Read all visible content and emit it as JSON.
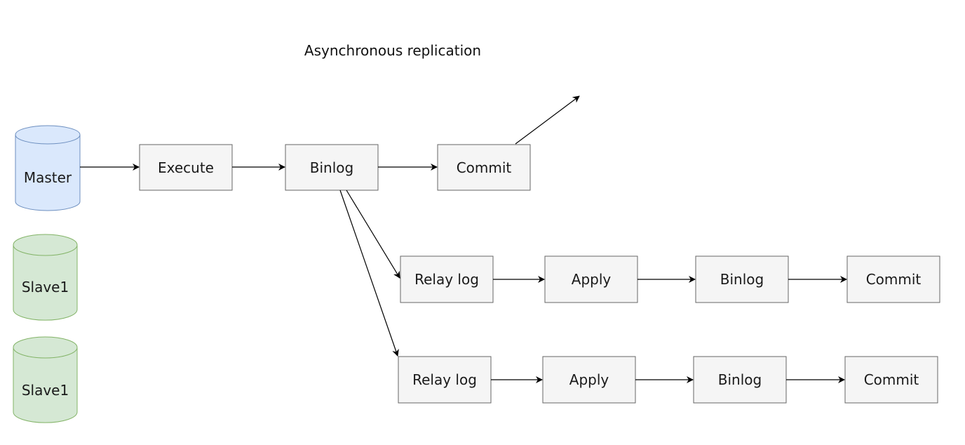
{
  "title": "Asynchronous replication",
  "databases": {
    "master": "Master",
    "slave_a": "Slave1",
    "slave_b": "Slave1"
  },
  "master_flow": {
    "execute": "Execute",
    "binlog": "Binlog",
    "commit": "Commit"
  },
  "slave_flow_1": {
    "relay_log": "Relay log",
    "apply": "Apply",
    "binlog": "Binlog",
    "commit": "Commit"
  },
  "slave_flow_2": {
    "relay_log": "Relay log",
    "apply": "Apply",
    "binlog": "Binlog",
    "commit": "Commit"
  },
  "colors": {
    "master_fill": "#dae8fc",
    "master_stroke": "#6c8ebf",
    "slave_fill": "#d5e8d4",
    "slave_stroke": "#82b366",
    "box_fill": "#f5f5f5",
    "box_stroke": "#666666",
    "arrow": "#000000"
  }
}
